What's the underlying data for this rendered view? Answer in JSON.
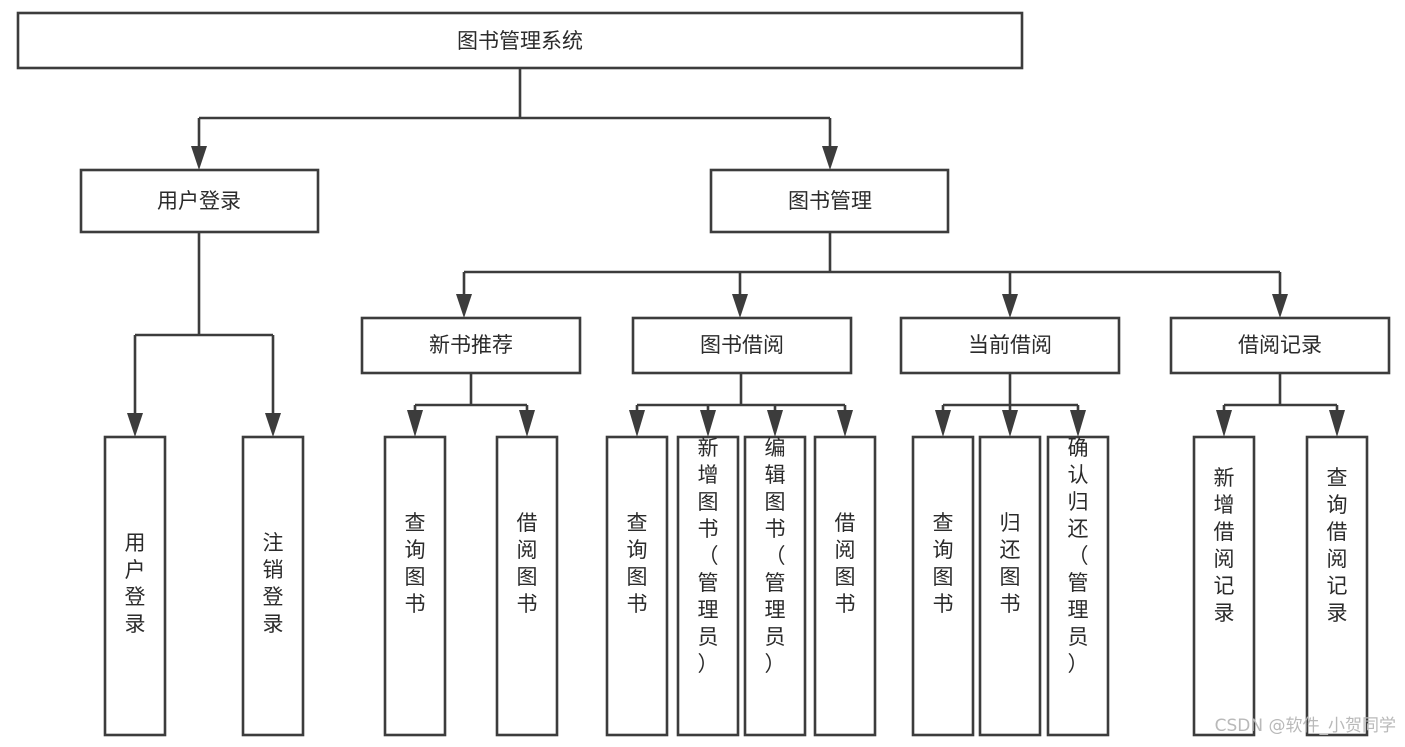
{
  "diagram": {
    "type": "tree-hierarchy",
    "title": "图书管理系统",
    "orientation": "top-down",
    "colors": {
      "stroke": "#3c3c3c",
      "fill": "#ffffff",
      "text": "#2b2b2b",
      "watermark": "#b9b9b9",
      "background": "#ffffff"
    },
    "root": {
      "label": "图书管理系统"
    },
    "level2": [
      {
        "label": "用户登录"
      },
      {
        "label": "图书管理"
      }
    ],
    "level3": [
      {
        "label": "新书推荐"
      },
      {
        "label": "图书借阅"
      },
      {
        "label": "当前借阅"
      },
      {
        "label": "借阅记录"
      }
    ],
    "leaves": {
      "user_login": [
        {
          "label": "用户登录"
        },
        {
          "label": "注销登录"
        }
      ],
      "new_book_recommend": [
        {
          "label": "查询图书"
        },
        {
          "label": "借阅图书"
        }
      ],
      "book_borrow": [
        {
          "label": "查询图书"
        },
        {
          "label": "新增图书（管理员）"
        },
        {
          "label": "编辑图书（管理员）"
        },
        {
          "label": "借阅图书"
        }
      ],
      "current_borrow": [
        {
          "label": "查询图书"
        },
        {
          "label": "归还图书"
        },
        {
          "label": "确认归还（管理员）"
        }
      ],
      "borrow_record": [
        {
          "label": "新增借阅记录"
        },
        {
          "label": "查询借阅记录"
        }
      ]
    }
  },
  "watermark": {
    "text": "CSDN @软件_小贺同学"
  }
}
